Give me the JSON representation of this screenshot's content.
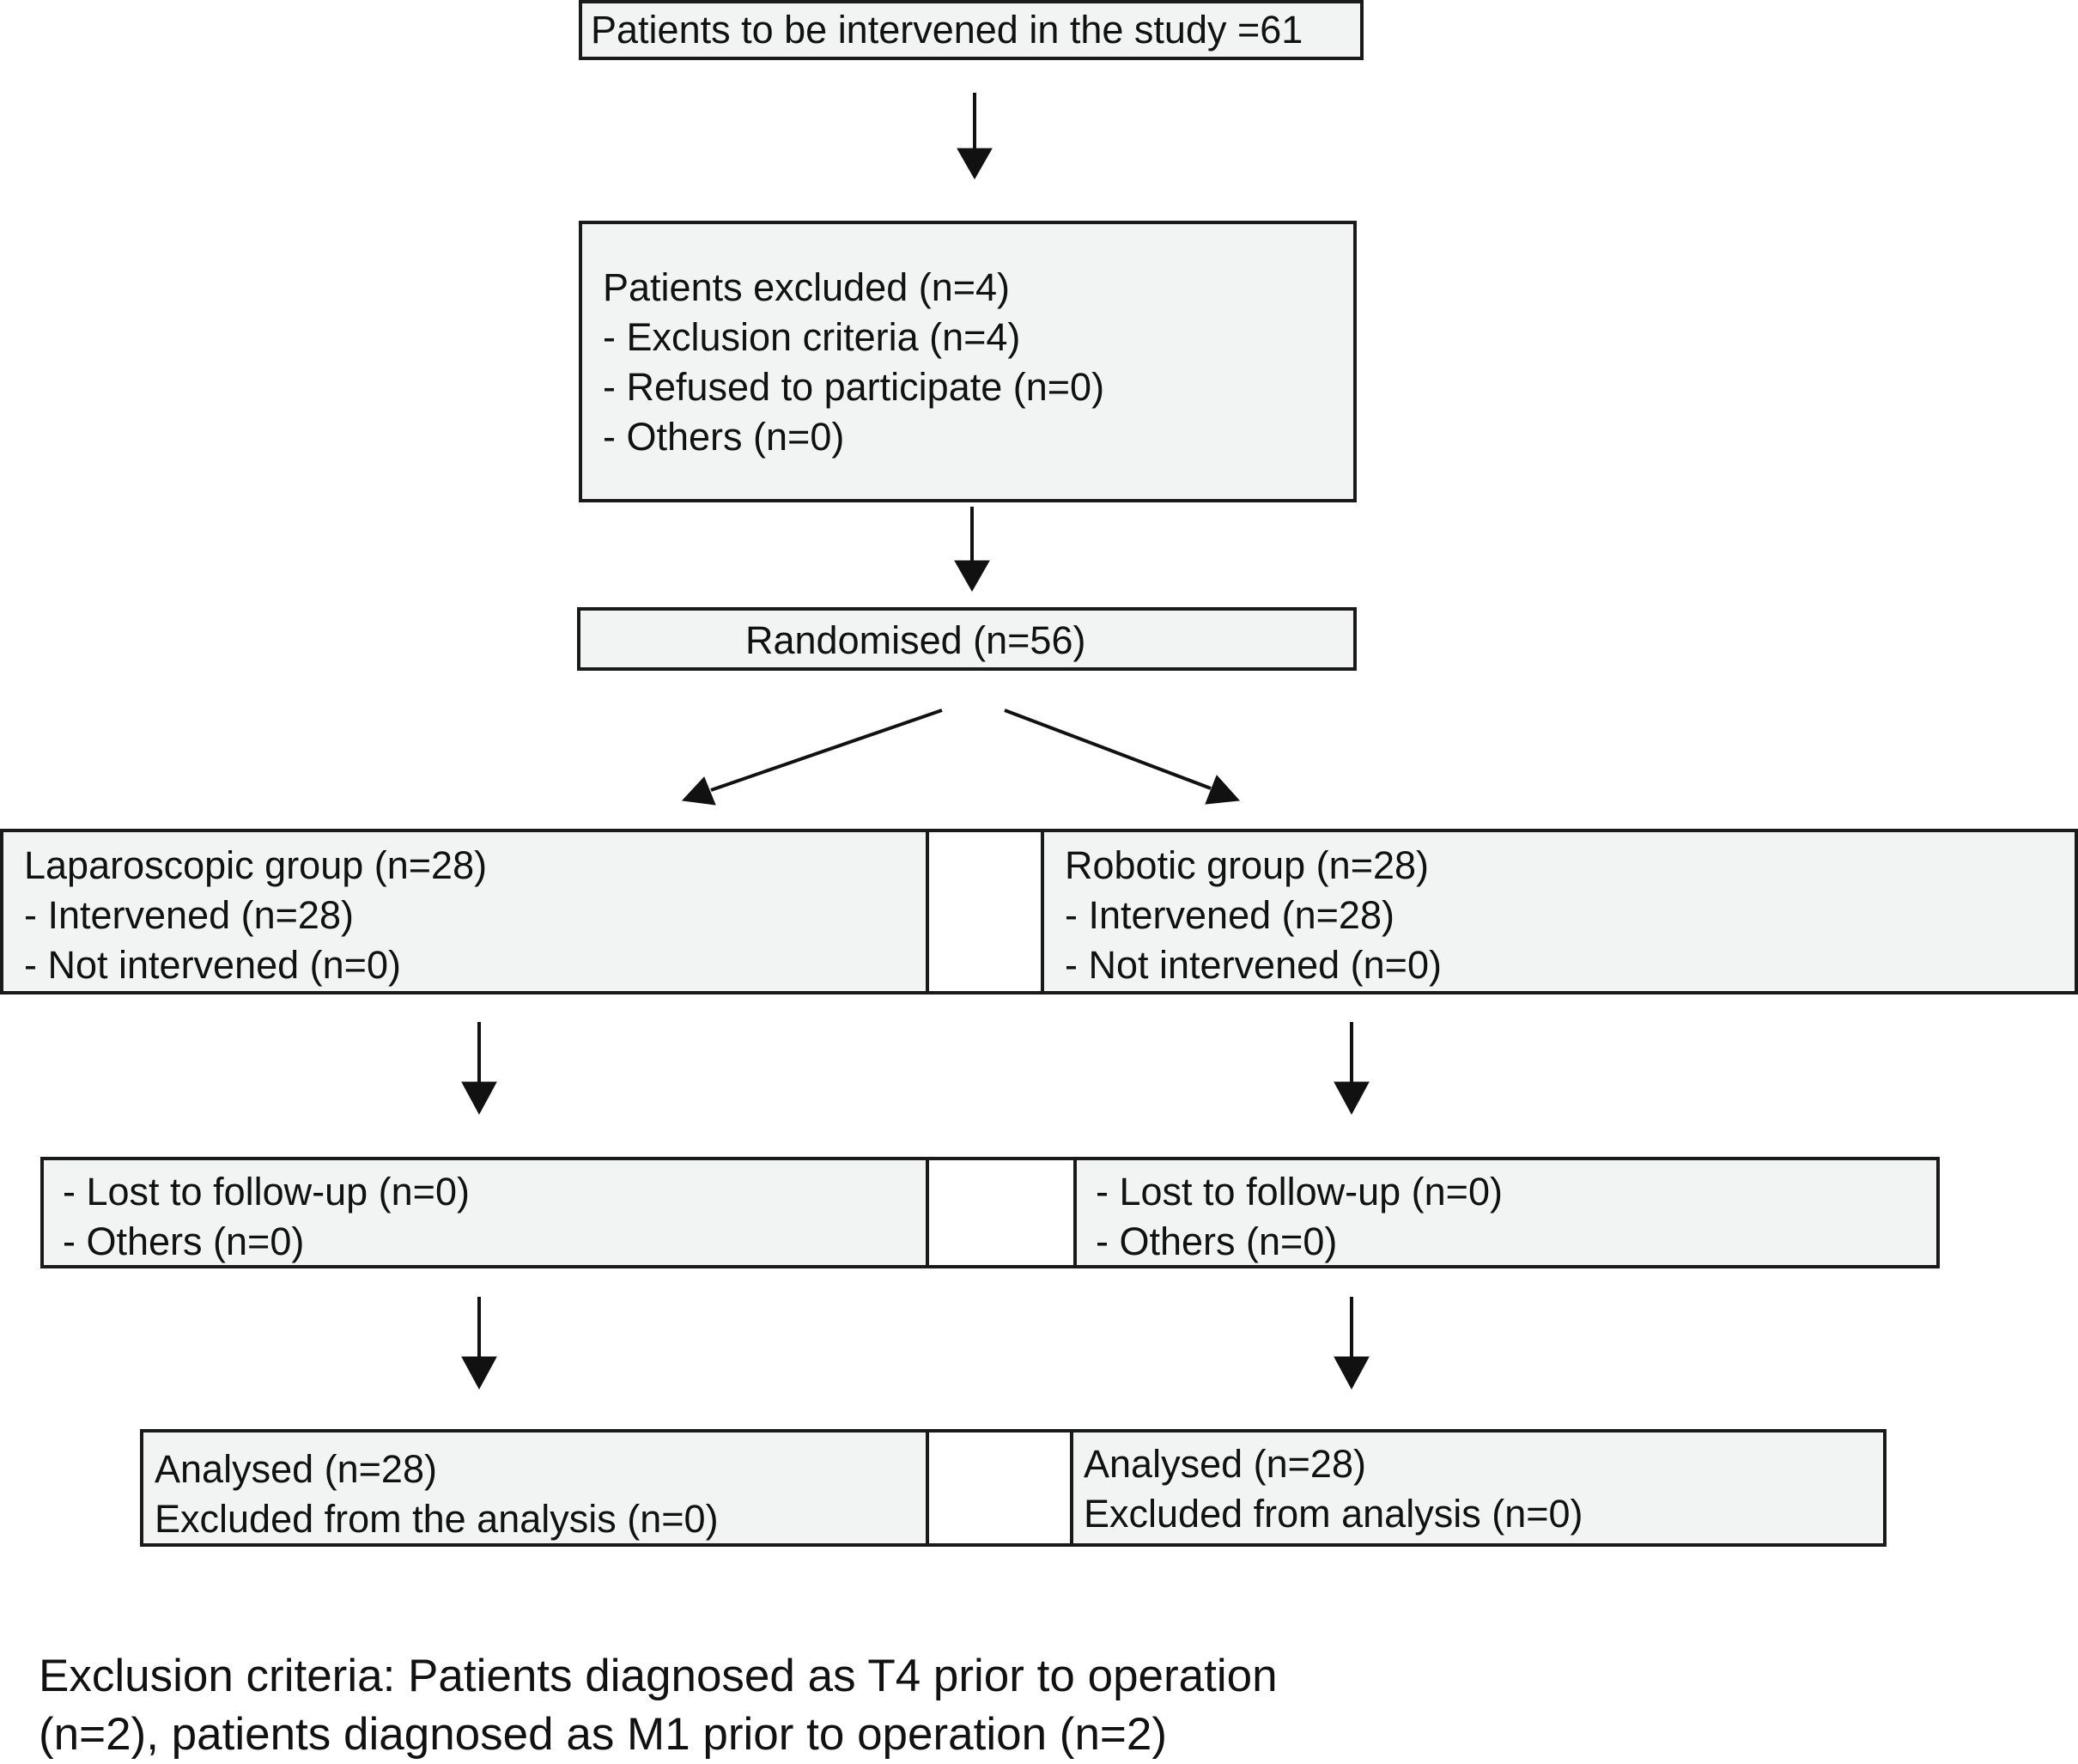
{
  "flowchart": {
    "enrolment": {
      "text": "Patients to be intervened in the study =61"
    },
    "excluded": {
      "title": "Patients excluded (n=4)",
      "items": [
        "- Exclusion criteria (n=4)",
        "- Refused to participate (n=0)",
        "- Others (n=0)"
      ]
    },
    "randomised": {
      "text": "Randomised (n=56)"
    },
    "allocation": {
      "laparoscopic": {
        "title": "Laparoscopic group (n=28)",
        "items": [
          "- Intervened (n=28)",
          "- Not intervened (n=0)"
        ]
      },
      "robotic": {
        "title": "Robotic group (n=28)",
        "items": [
          "- Intervened (n=28)",
          "- Not intervened (n=0)"
        ]
      }
    },
    "followup": {
      "laparoscopic": {
        "items": [
          "- Lost to follow-up (n=0)",
          "- Others (n=0)"
        ]
      },
      "robotic": {
        "items": [
          "- Lost to follow-up (n=0)",
          "- Others (n=0)"
        ]
      }
    },
    "analysis": {
      "laparoscopic": {
        "lines": [
          "Analysed (n=28)",
          "Excluded from the analysis (n=0)"
        ]
      },
      "robotic": {
        "lines": [
          "Analysed (n=28)",
          "Excluded from analysis (n=0)"
        ]
      }
    }
  },
  "footnote": {
    "lines": [
      "Exclusion criteria: Patients diagnosed as T4 prior to operation",
      "(n=2), patients diagnosed as M1 prior to operation (n=2)"
    ]
  },
  "colors": {
    "box_fill": "#f2f4f3",
    "border": "#1a1a1a",
    "arrow": "#111111"
  }
}
